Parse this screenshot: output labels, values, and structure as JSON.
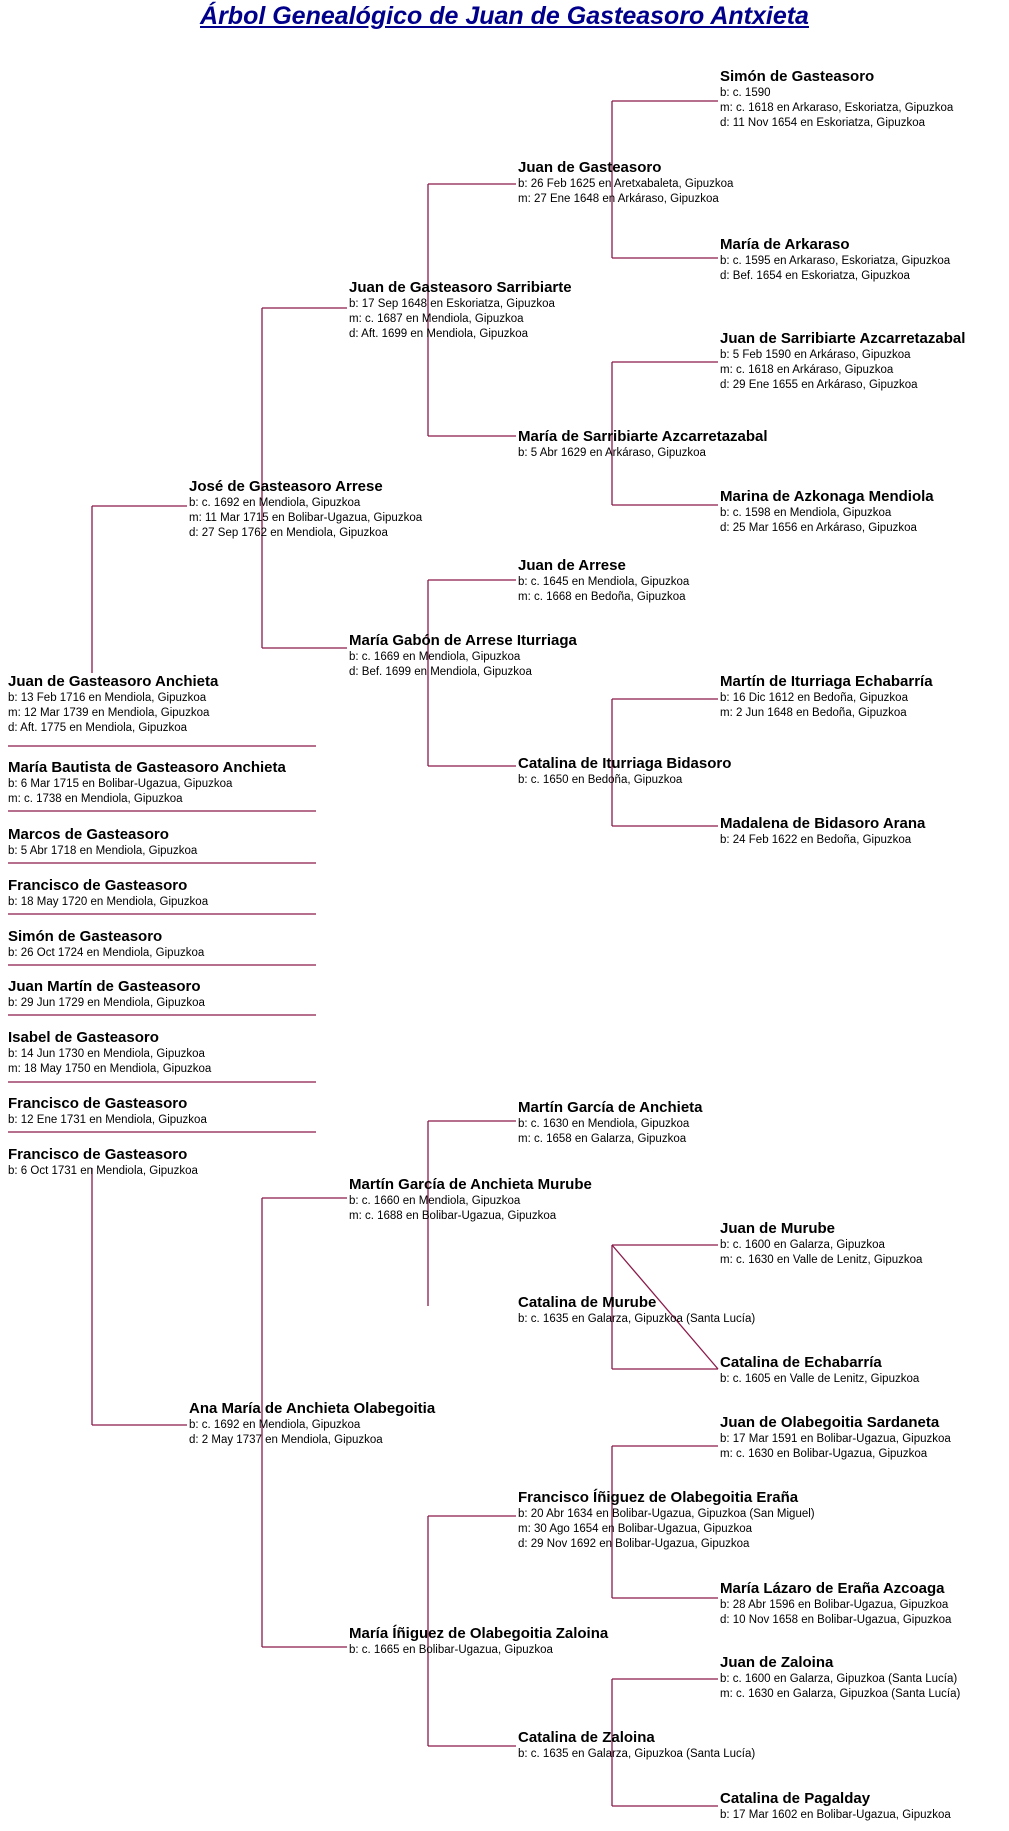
{
  "title": "Árbol Genealógico de Juan de Gasteasoro Antxieta",
  "colors": {
    "title": "#00008b",
    "line": "#8b1a4a"
  },
  "people": [
    {
      "name": "Simón de Gasteasoro",
      "details": [
        "b: c. 1590",
        "m: c. 1618 en Arkaraso, Eskoriatza, Gipuzkoa",
        "d: 11 Nov 1654 en Eskoriatza, Gipuzkoa"
      ]
    },
    {
      "name": "Juan de Gasteasoro",
      "details": [
        "b: 26 Feb 1625 en Aretxabaleta, Gipuzkoa",
        "m: 27 Ene 1648 en Arkáraso, Gipuzkoa"
      ]
    },
    {
      "name": "María de Arkaraso",
      "details": [
        "b: c. 1595 en Arkaraso, Eskoriatza, Gipuzkoa",
        "d: Bef. 1654 en Eskoriatza, Gipuzkoa"
      ]
    },
    {
      "name": "Juan de Gasteasoro Sarribiarte",
      "details": [
        "b: 17 Sep 1648 en Eskoriatza, Gipuzkoa",
        "m: c. 1687 en Mendiola, Gipuzkoa",
        "d: Aft. 1699 en Mendiola, Gipuzkoa"
      ]
    },
    {
      "name": "Juan de Sarribiarte Azcarretazabal",
      "details": [
        "b: 5 Feb 1590 en Arkáraso, Gipuzkoa",
        "m: c. 1618 en Arkáraso, Gipuzkoa",
        "d: 29 Ene 1655 en Arkáraso, Gipuzkoa"
      ]
    },
    {
      "name": "María de Sarribiarte Azcarretazabal",
      "details": [
        "b: 5 Abr 1629 en Arkáraso, Gipuzkoa"
      ]
    },
    {
      "name": "José de Gasteasoro Arrese",
      "details": [
        "b: c. 1692 en Mendiola, Gipuzkoa",
        "m: 11 Mar 1715 en Bolibar-Ugazua, Gipuzkoa",
        "d: 27 Sep 1762 en Mendiola, Gipuzkoa"
      ]
    },
    {
      "name": "Marina de Azkonaga Mendiola",
      "details": [
        "b: c. 1598 en Mendiola, Gipuzkoa",
        "d: 25 Mar 1656 en Arkáraso, Gipuzkoa"
      ]
    },
    {
      "name": "Juan de Arrese",
      "details": [
        "b: c. 1645 en Mendiola, Gipuzkoa",
        "m: c. 1668 en Bedoña, Gipuzkoa"
      ]
    },
    {
      "name": "María Gabón de Arrese Iturriaga",
      "details": [
        "b: c. 1669 en Mendiola, Gipuzkoa",
        "d: Bef. 1699 en Mendiola, Gipuzkoa"
      ]
    },
    {
      "name": "Juan de Gasteasoro Anchieta",
      "details": [
        "b: 13 Feb 1716 en Mendiola, Gipuzkoa",
        "m: 12 Mar 1739 en Mendiola, Gipuzkoa",
        "d: Aft. 1775 en Mendiola, Gipuzkoa"
      ]
    },
    {
      "name": "Martín de Iturriaga Echabarría",
      "details": [
        "b: 16 Dic 1612 en Bedoña, Gipuzkoa",
        "m: 2 Jun 1648 en Bedoña, Gipuzkoa"
      ]
    },
    {
      "name": "Catalina de Iturriaga Bidasoro",
      "details": [
        "b: c. 1650 en Bedoña, Gipuzkoa"
      ]
    },
    {
      "name": "María Bautista de Gasteasoro Anchieta",
      "details": [
        "b: 6 Mar 1715 en Bolibar-Ugazua, Gipuzkoa",
        "m: c. 1738 en Mendiola, Gipuzkoa"
      ]
    },
    {
      "name": "Madalena de Bidasoro Arana",
      "details": [
        "b: 24 Feb 1622 en Bedoña, Gipuzkoa"
      ]
    },
    {
      "name": "Marcos de Gasteasoro",
      "details": [
        "b: 5 Abr 1718 en Mendiola, Gipuzkoa"
      ]
    },
    {
      "name": "Francisco de Gasteasoro",
      "details": [
        "b: 18 May 1720 en Mendiola, Gipuzkoa"
      ]
    },
    {
      "name": "Simón de Gasteasoro",
      "details": [
        "b: 26 Oct 1724 en Mendiola, Gipuzkoa"
      ]
    },
    {
      "name": "Juan Martín de Gasteasoro",
      "details": [
        "b: 29 Jun 1729 en Mendiola, Gipuzkoa"
      ]
    },
    {
      "name": "Isabel de Gasteasoro",
      "details": [
        "b: 14 Jun 1730 en Mendiola, Gipuzkoa",
        "m: 18 May 1750 en Mendiola, Gipuzkoa"
      ]
    },
    {
      "name": "Francisco de Gasteasoro",
      "details": [
        "b: 12 Ene 1731 en Mendiola, Gipuzkoa"
      ]
    },
    {
      "name": "Martín García de Anchieta",
      "details": [
        "b: c. 1630 en Mendiola, Gipuzkoa",
        "m: c. 1658 en Galarza, Gipuzkoa"
      ]
    },
    {
      "name": "Francisco de Gasteasoro",
      "details": [
        "b: 6 Oct 1731 en Mendiola, Gipuzkoa"
      ]
    },
    {
      "name": "Martín García de Anchieta Murube",
      "details": [
        "b: c. 1660 en Mendiola, Gipuzkoa",
        "m: c. 1688 en Bolibar-Ugazua, Gipuzkoa"
      ]
    },
    {
      "name": "Juan de Murube",
      "details": [
        "b: c. 1600 en Galarza, Gipuzkoa",
        "m: c. 1630 en Valle de Lenitz, Gipuzkoa"
      ]
    },
    {
      "name": "Catalina de Murube",
      "details": [
        "b: c. 1635 en Galarza, Gipuzkoa (Santa Lucía)"
      ]
    },
    {
      "name": "Catalina de Echabarría",
      "details": [
        "b: c. 1605 en Valle de Lenitz, Gipuzkoa"
      ]
    },
    {
      "name": "Ana María de Anchieta Olabegoitia",
      "details": [
        "b: c. 1692 en Mendiola, Gipuzkoa",
        "d: 2 May 1737 en Mendiola, Gipuzkoa"
      ]
    },
    {
      "name": "Juan de Olabegoitia Sardaneta",
      "details": [
        "b: 17 Mar 1591 en Bolibar-Ugazua, Gipuzkoa",
        "m: c. 1630 en Bolibar-Ugazua, Gipuzkoa"
      ]
    },
    {
      "name": "Francisco Íñiguez de Olabegoitia Eraña",
      "details": [
        "b: 20 Abr 1634 en Bolibar-Ugazua, Gipuzkoa (San Miguel)",
        "m: 30 Ago 1654 en Bolibar-Ugazua, Gipuzkoa",
        "d: 29 Nov 1692 en Bolibar-Ugazua, Gipuzkoa"
      ]
    },
    {
      "name": "María Lázaro de Eraña Azcoaga",
      "details": [
        "b: 28 Abr 1596 en Bolibar-Ugazua, Gipuzkoa",
        "d: 10 Nov 1658 en Bolibar-Ugazua, Gipuzkoa"
      ]
    },
    {
      "name": "María Íñiguez de Olabegoitia Zaloina",
      "details": [
        "b: c. 1665 en Bolibar-Ugazua, Gipuzkoa"
      ]
    },
    {
      "name": "Juan de Zaloina",
      "details": [
        "b: c. 1600 en Galarza, Gipuzkoa (Santa Lucía)",
        "m: c. 1630 en Galarza, Gipuzkoa (Santa Lucía)"
      ]
    },
    {
      "name": "Catalina de Zaloina",
      "details": [
        "b: c. 1635 en Galarza, Gipuzkoa (Santa Lucía)"
      ]
    },
    {
      "name": "Catalina de Pagalday",
      "details": [
        "b: 17 Mar 1602 en Bolibar-Ugazua, Gipuzkoa"
      ]
    }
  ]
}
